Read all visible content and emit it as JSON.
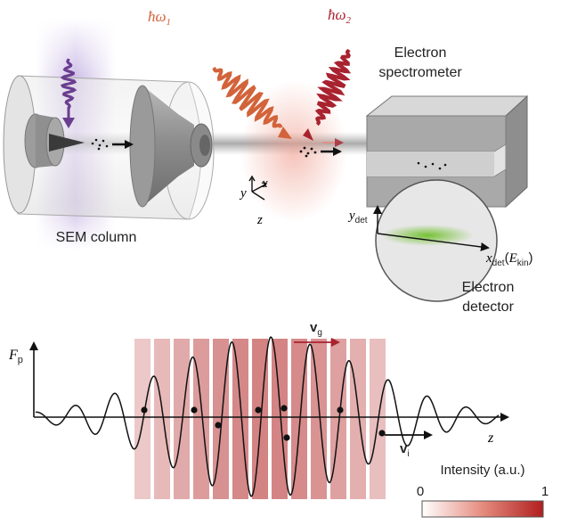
{
  "top": {
    "photon1_label": "ħω",
    "photon1_sub": "1",
    "photon2_label": "ħω",
    "photon2_sub": "2",
    "sem_column_label": "SEM column",
    "spectrometer_line1": "Electron",
    "spectrometer_line2": "spectrometer",
    "detector_line1": "Electron",
    "detector_line2": "detector",
    "axis_y": "y",
    "axis_x": "x",
    "axis_z": "z",
    "ydet_main": "y",
    "ydet_sub": "det",
    "xdet_main": "x",
    "xdet_sub": "det",
    "xdet_paren_open": "(",
    "xdet_E": "E",
    "xdet_E_sub": "kin",
    "xdet_paren_close": ")"
  },
  "bottom": {
    "fp_main": "F",
    "fp_sub": "p",
    "z_label": "z",
    "vg_main": "v",
    "vg_sub": "g",
    "vi_main": "v",
    "vi_sub": "i",
    "intensity_label": "Intensity (a.u.)",
    "intensity_min": "0",
    "intensity_max": "1"
  },
  "colors": {
    "photon1": "#d2633a",
    "photon2": "#a8232f",
    "uv_pulse": "#6a3d8f",
    "intensity_max": "#b01e1e",
    "green_spot": "#6fc02c"
  }
}
